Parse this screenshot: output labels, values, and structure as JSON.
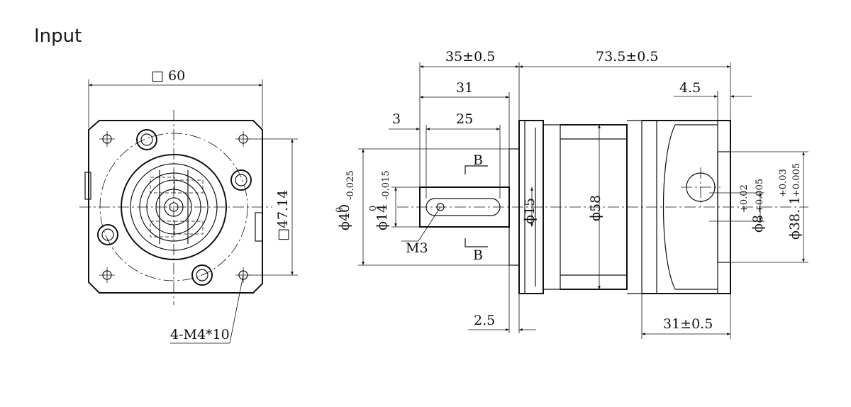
{
  "title": "Input",
  "front_view": {
    "width_label": "□ 60",
    "bolt_pitch_label": "□47.14",
    "thread_label": "4-M4*10"
  },
  "side_view": {
    "dim_overall_input": "35±0.5",
    "dim_overall_body": "73.5±0.5",
    "dim_shaft_31": "31",
    "dim_shaft_25": "25",
    "dim_3": "3",
    "dim_4_5": "4.5",
    "dim_2_5": "2.5",
    "dim_31_0_5": "31±0.5",
    "dia_40": "ϕ40",
    "dia_40_tol_upper": "0",
    "dia_40_tol_lower": "-0.025",
    "dia_14": "ϕ14",
    "dia_14_tol_upper": "0",
    "dia_14_tol_lower": "-0.015",
    "dia_15": "ϕ15",
    "dia_58": "ϕ58",
    "dia_8": "ϕ8",
    "dia_8_tol_upper": "+0.02",
    "dia_8_tol_lower": "+0.005",
    "dia_38": "ϕ38. 1",
    "dia_38_tol_upper": "+0.03",
    "dia_38_tol_lower": "+0.005",
    "thread_m3": "M3",
    "section_mark": "B"
  }
}
